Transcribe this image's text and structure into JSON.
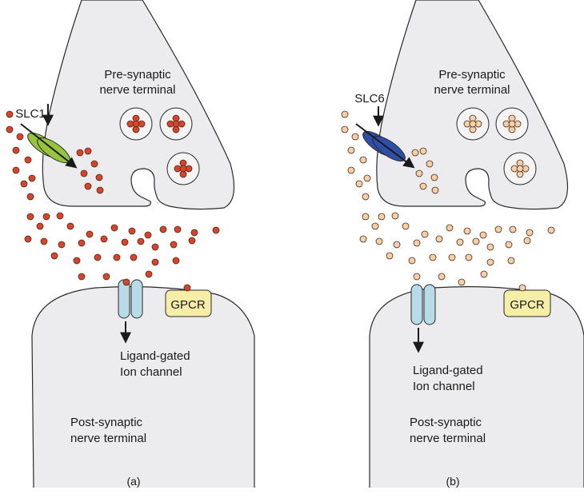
{
  "colors": {
    "terminal_fill": "#ececee",
    "outline": "#2a2a2a",
    "panel_a_molecule": "#d8442a",
    "panel_b_molecule": "#f5cfa6",
    "slc1_fill": "#96c43c",
    "slc6_fill": "#2f4fa6",
    "ion_channel_fill": "#b9dbe8",
    "gpcr_fill": "#f6eea6"
  },
  "panels": [
    {
      "caption": "(a)",
      "presynaptic_label": [
        "Pre-synaptic",
        "nerve terminal"
      ],
      "postsynaptic_label": [
        "Post-synaptic",
        "nerve terminal"
      ],
      "transporter_label": "SLC1",
      "transporter_icon": "transporter-icon",
      "ion_channel_label": [
        "Ligand-gated",
        "Ion channel"
      ],
      "ion_channel_icon": "ion-channel-icon",
      "receptor_label": "GPCR"
    },
    {
      "caption": "(b)",
      "presynaptic_label": [
        "Pre-synaptic",
        "nerve terminal"
      ],
      "postsynaptic_label": [
        "Post-synaptic",
        "nerve terminal"
      ],
      "transporter_label": "SLC6",
      "transporter_icon": "transporter-icon",
      "ion_channel_label": [
        "Ligand-gated",
        "Ion channel"
      ],
      "ion_channel_icon": "ion-channel-icon",
      "receptor_label": "GPCR"
    }
  ]
}
